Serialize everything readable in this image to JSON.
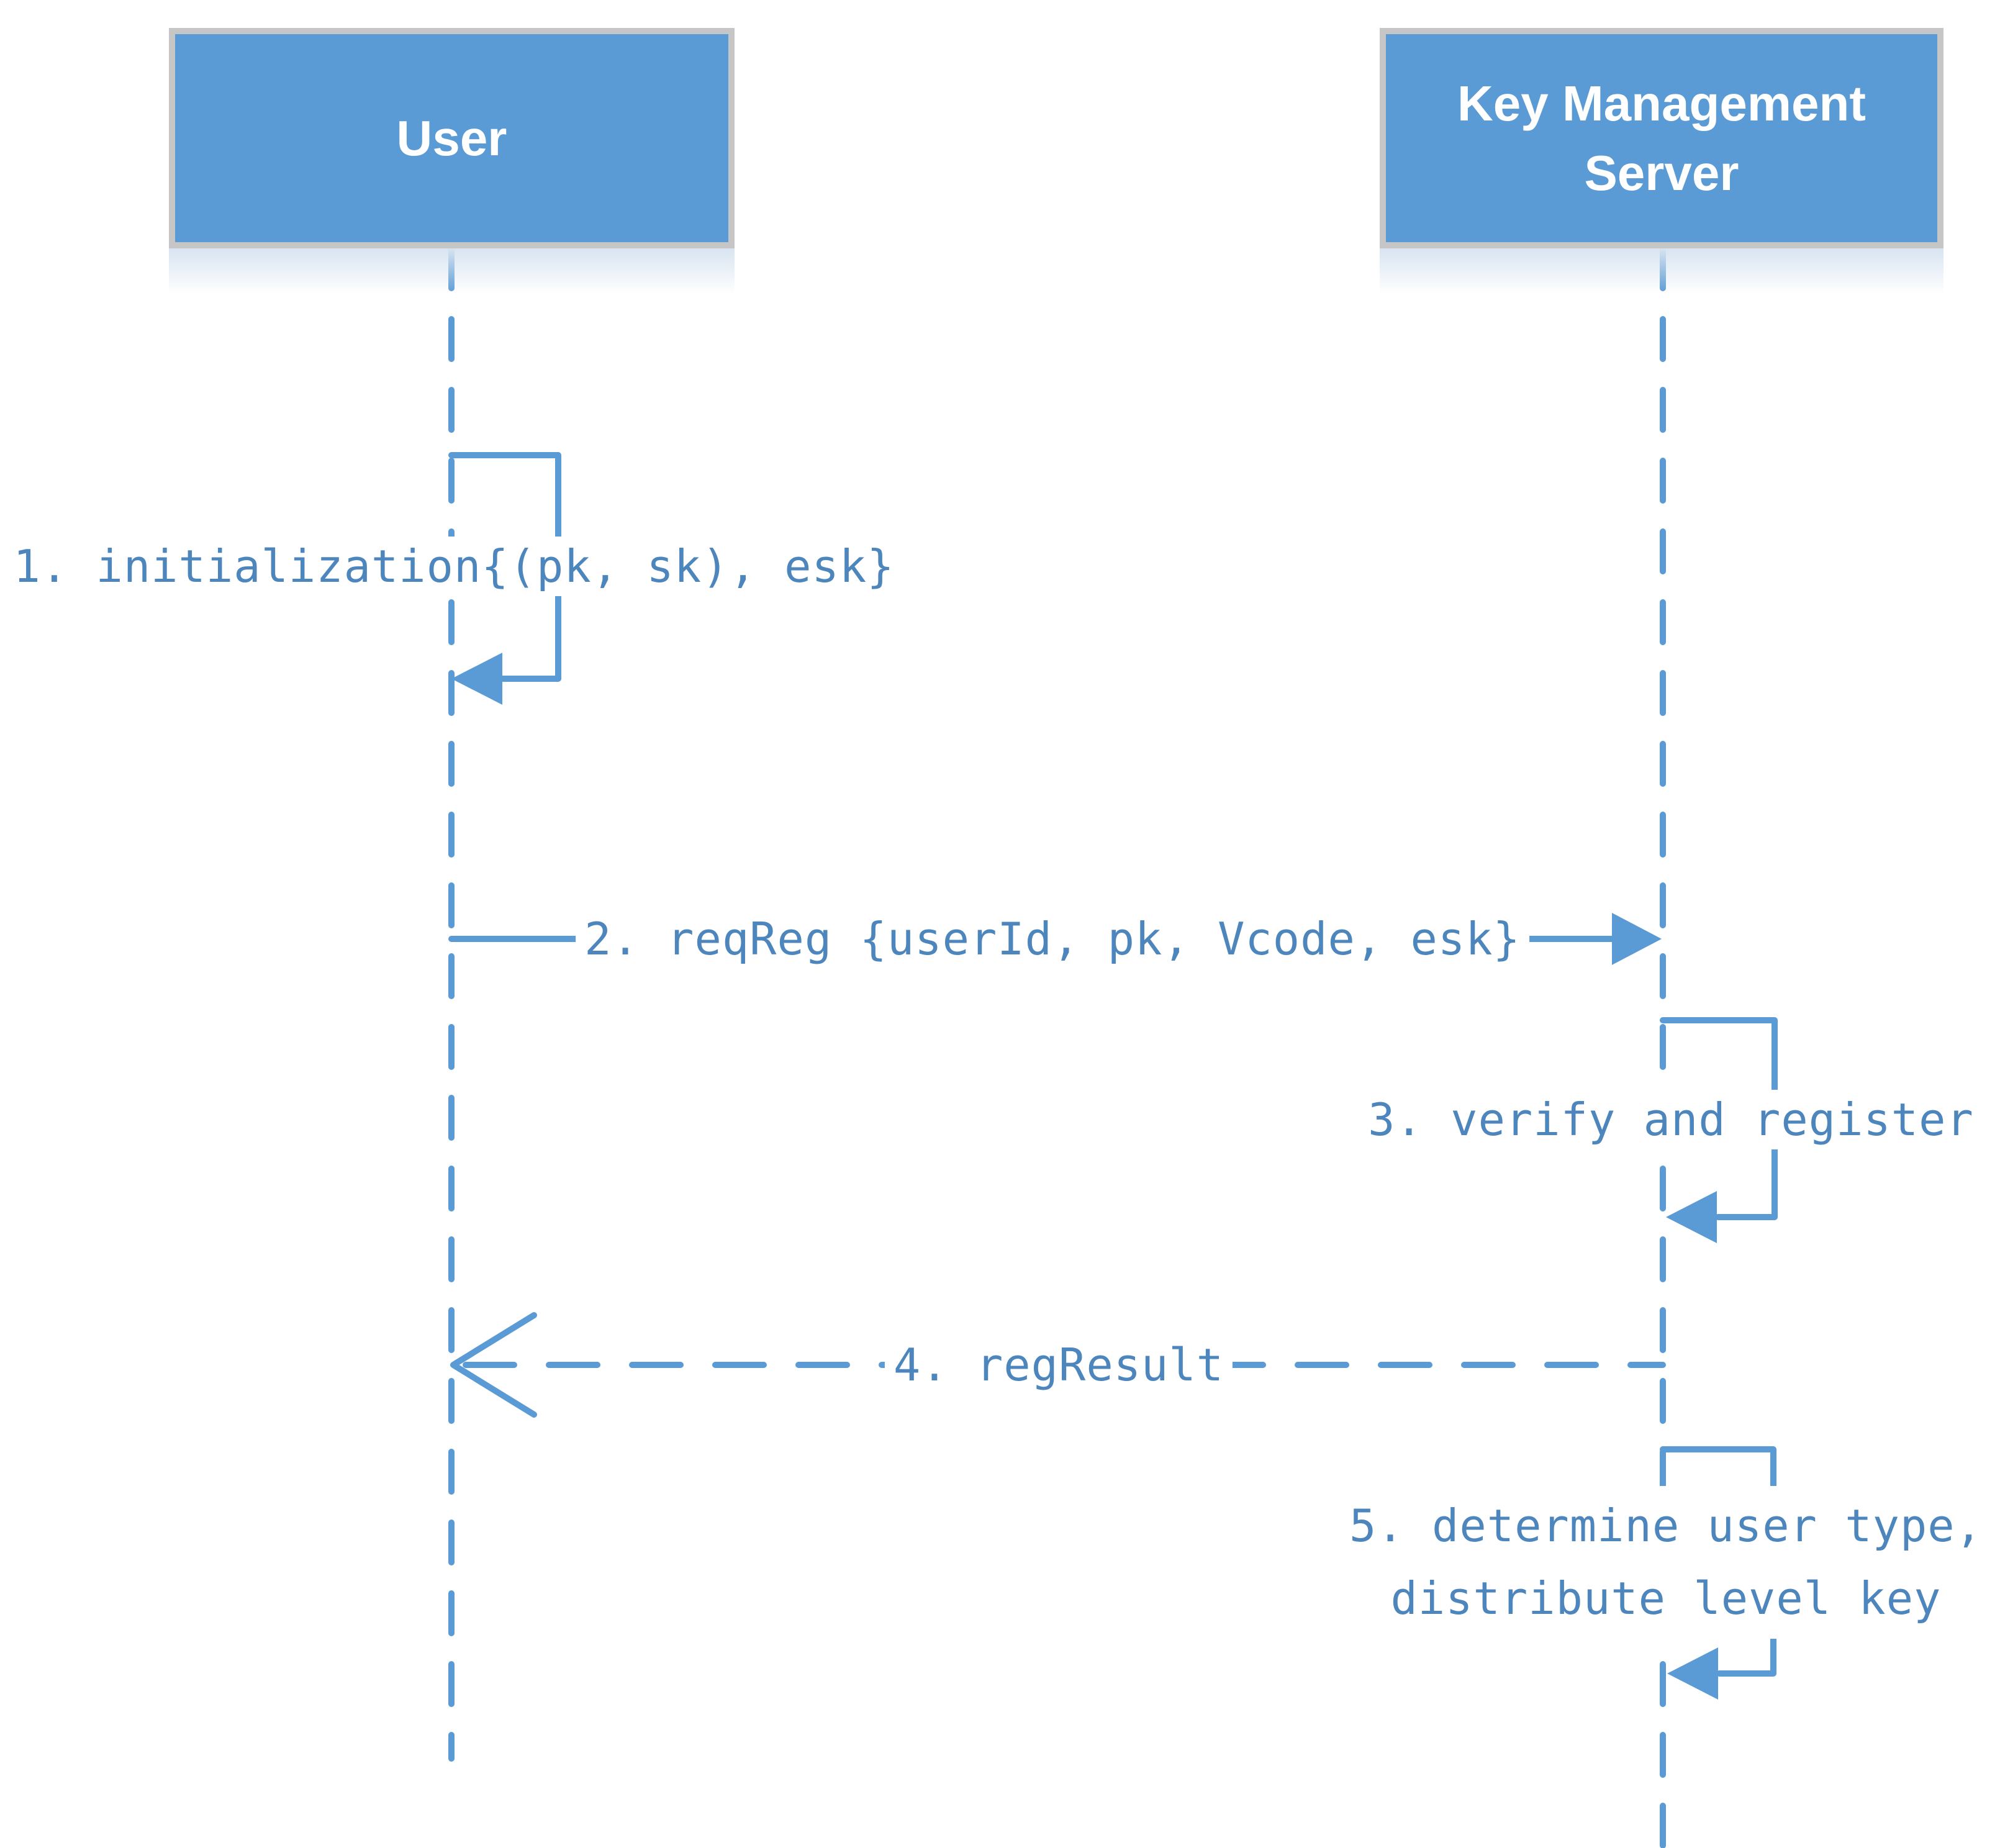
{
  "diagram": {
    "type": "sequence-diagram",
    "actors": [
      {
        "id": "user",
        "label": "User"
      },
      {
        "id": "kms",
        "label": "Key Management Server"
      }
    ],
    "messages": [
      {
        "index": 1,
        "kind": "self-message",
        "actor": "User",
        "arrow": "solid-filled",
        "label": "1. initialization{(pk, sk), esk}"
      },
      {
        "index": 2,
        "kind": "message",
        "from": "User",
        "to": "Key Management Server",
        "arrow": "solid-filled",
        "label": "2. reqReg {userId, pk, Vcode, esk}"
      },
      {
        "index": 3,
        "kind": "self-message",
        "actor": "Key Management Server",
        "arrow": "solid-filled",
        "label": "3. verify and register"
      },
      {
        "index": 4,
        "kind": "return-message",
        "from": "Key Management Server",
        "to": "User",
        "arrow": "dashed-open",
        "label": "4. regResult"
      },
      {
        "index": 5,
        "kind": "self-message",
        "actor": "Key Management Server",
        "arrow": "solid-filled",
        "label": "5. determine user type, distribute level key",
        "label_line1": "5. determine user type,",
        "label_line2": "distribute level key"
      }
    ],
    "colors": {
      "actor_fill": "#5B9BD5",
      "actor_border": "#C6C6C6",
      "actor_text": "#FFFFFF",
      "line": "#5B9BD5",
      "message_text": "#4D86BD",
      "background": "#FFFFFF"
    }
  }
}
